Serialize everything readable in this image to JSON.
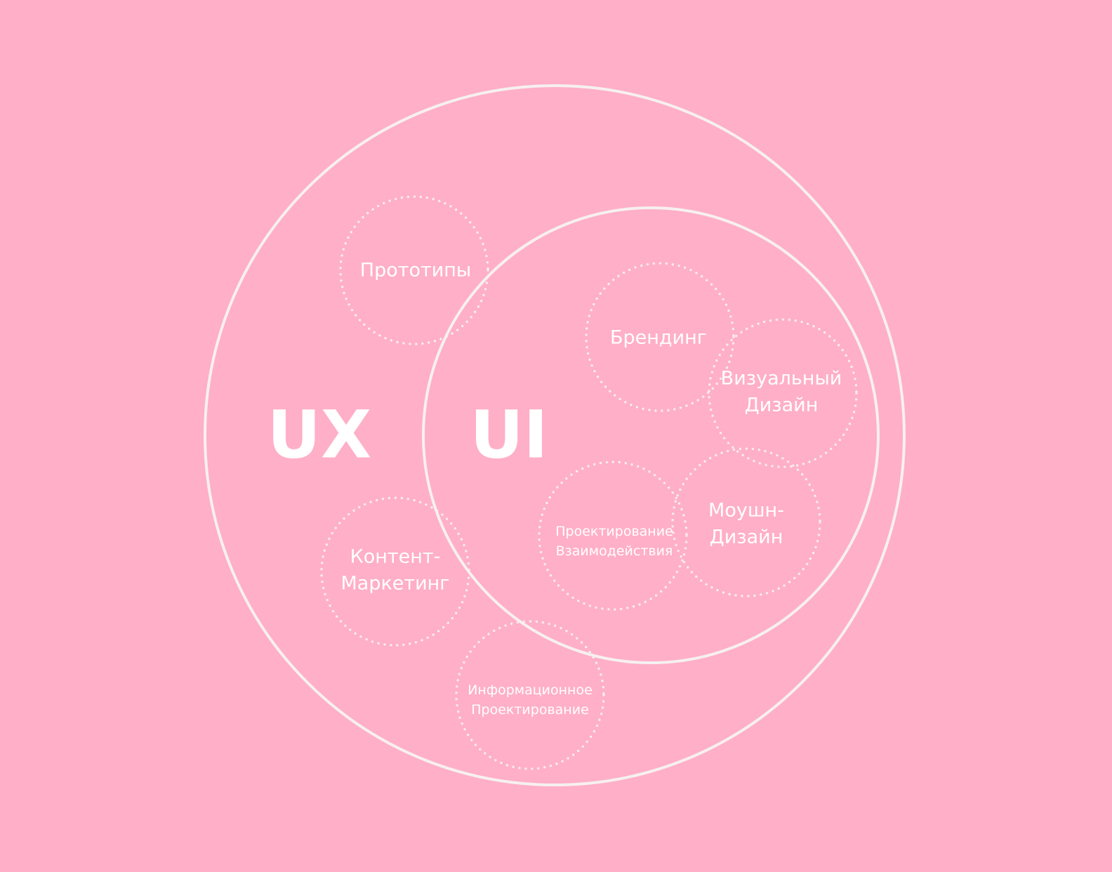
{
  "colors": {
    "background": "#ffafc8",
    "line": "#f6f0f2",
    "text": "#ffffff"
  },
  "diagram": {
    "ux_label": "UX",
    "ui_label": "UI",
    "topics": {
      "prototypes": "Прототипы",
      "branding": "Брендинг",
      "visual_design": [
        "Визуальный",
        "Дизайн"
      ],
      "motion_design": [
        "Моушн-",
        "Дизайн"
      ],
      "interaction_design": [
        "Проектирование",
        "Взаимодействия"
      ],
      "content_marketing": [
        "Контент-",
        "Маркетинг"
      ],
      "information_architecture": [
        "Информационное",
        "Проектирование"
      ]
    }
  }
}
